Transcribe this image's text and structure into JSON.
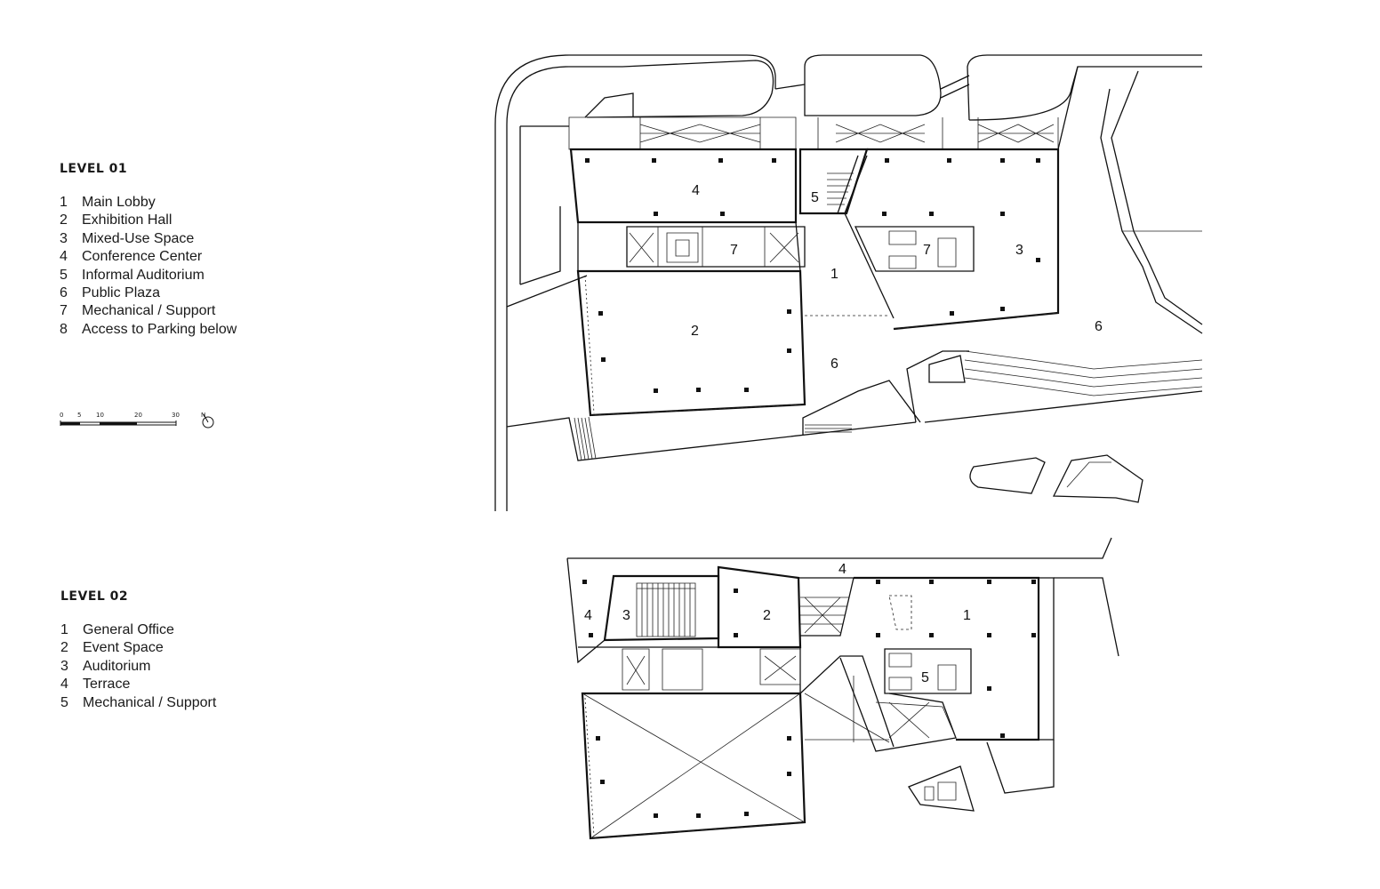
{
  "level01": {
    "title": "LEVEL 01",
    "items": [
      {
        "num": "1",
        "label": "Main Lobby"
      },
      {
        "num": "2",
        "label": "Exhibition Hall"
      },
      {
        "num": "3",
        "label": "Mixed-Use Space"
      },
      {
        "num": "4",
        "label": "Conference Center"
      },
      {
        "num": "5",
        "label": "Informal Auditorium"
      },
      {
        "num": "6",
        "label": "Public Plaza"
      },
      {
        "num": "7",
        "label": "Mechanical / Support"
      },
      {
        "num": "8",
        "label": "Access to Parking below"
      }
    ],
    "plan_tags": [
      "4",
      "5",
      "7",
      "7",
      "3",
      "1",
      "2",
      "6",
      "6"
    ]
  },
  "level02": {
    "title": "LEVEL 02",
    "items": [
      {
        "num": "1",
        "label": "General Office"
      },
      {
        "num": "2",
        "label": "Event Space"
      },
      {
        "num": "3",
        "label": "Auditorium"
      },
      {
        "num": "4",
        "label": "Terrace"
      },
      {
        "num": "5",
        "label": "Mechanical / Support"
      }
    ],
    "plan_tags": [
      "4",
      "4",
      "3",
      "2",
      "1",
      "5"
    ]
  },
  "scale_bar": {
    "ticks": [
      "0",
      "5",
      "10",
      "20",
      "30"
    ]
  },
  "north_arrow": {
    "icon": "north-arrow-icon",
    "label": "N"
  }
}
